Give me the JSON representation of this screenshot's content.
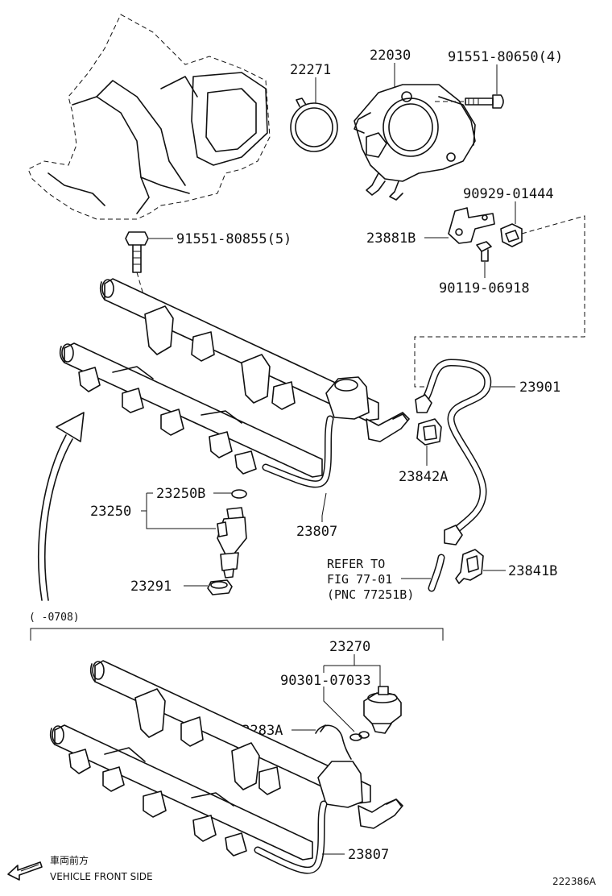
{
  "callouts": {
    "p22271": "22271",
    "p22030": "22030",
    "p91551_80650": "91551-80650(4)",
    "p90929_01444": "90929-01444",
    "p23881B": "23881B",
    "p91551_80855": "91551-80855(5)",
    "p90119_06918": "90119-06918",
    "p23901": "23901",
    "p23842A": "23842A",
    "p23250B": "23250B",
    "p23250": "23250",
    "p23807_top": "23807",
    "p23291": "23291",
    "p23841B": "23841B",
    "p23270": "23270",
    "p90301_07033": "90301-07033",
    "p23283A": "23283A",
    "p23807_bottom": "23807"
  },
  "refer_note": {
    "line1": "REFER TO",
    "line2": "FIG 77-01",
    "line3": "(PNC 77251B)"
  },
  "date_range": "(      -0708)",
  "direction": {
    "jp": "車両前方",
    "en": "VEHICLE FRONT SIDE"
  },
  "figure_id": "222386A"
}
